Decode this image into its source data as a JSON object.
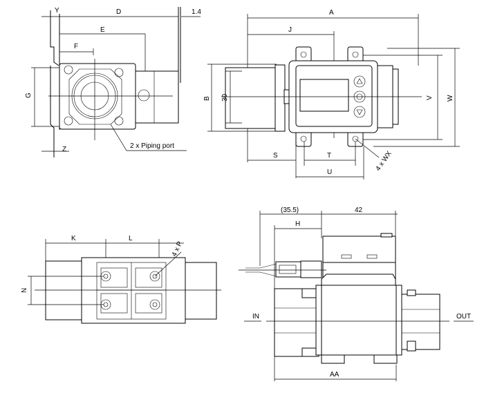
{
  "top_left_view": {
    "dim_y": "Y",
    "dim_d": "D",
    "dim_14": "1.4",
    "dim_e": "E",
    "dim_f": "F",
    "dim_g": "G",
    "dim_z": "Z",
    "piping_port": "2 x Piping port"
  },
  "top_right_view": {
    "dim_a": "A",
    "dim_j": "J",
    "dim_b": "B",
    "dim_30": "30",
    "dim_v": "V",
    "dim_w": "W",
    "dim_s": "S",
    "dim_t": "T",
    "dim_u": "U",
    "mounting_holes": "4 x WX"
  },
  "bottom_left_view": {
    "dim_k": "K",
    "dim_l": "L",
    "dim_n": "N",
    "holes": "4 x P"
  },
  "bottom_right_view": {
    "dim_355": "(35.5)",
    "dim_h": "H",
    "dim_42": "42",
    "in": "IN",
    "out": "OUT",
    "dim_aa": "AA"
  }
}
